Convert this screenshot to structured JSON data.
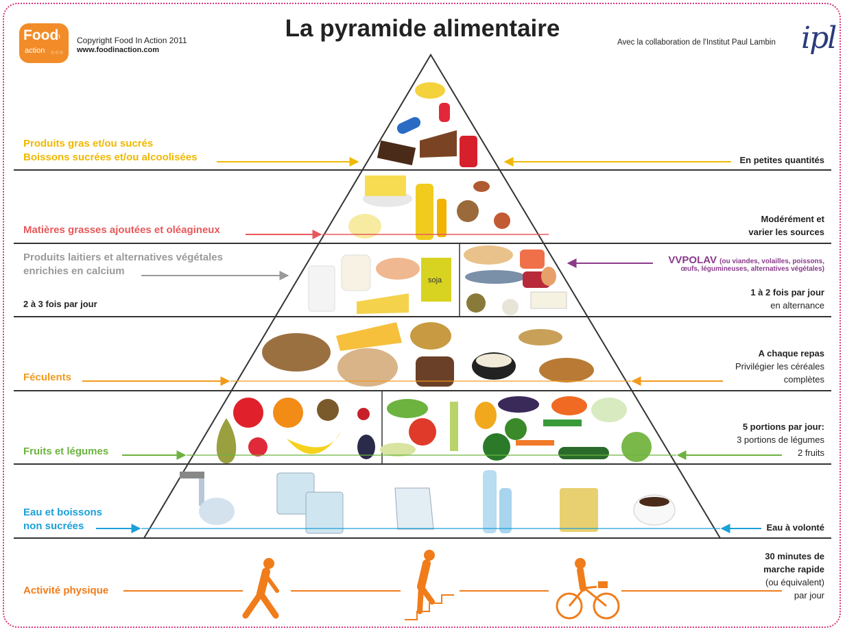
{
  "header": {
    "logo_food": "Food",
    "logo_in": "in",
    "logo_action": "action",
    "copyright": "Copyright Food In Action 2011",
    "website": "www.foodinaction.com",
    "title": "La pyramide alimentaire",
    "collaboration": "Avec la collaboration de l'Institut Paul Lambin",
    "ipl_logo": "ipl"
  },
  "colors": {
    "sweets": "#f0b800",
    "fats": "#e8585a",
    "dairy": "#9a9a9a",
    "protein": "#8b3a8b",
    "starch": "#f29a1c",
    "fruits": "#6cb33f",
    "water": "#1aa0d8",
    "activity": "#f07c1a",
    "logo": "#f28c28"
  },
  "levels": {
    "sweets": {
      "label_line1": "Produits gras et/ou sucrés",
      "label_line2": "Boissons sucrées et/ou alcoolisées",
      "advice": "En petites quantités"
    },
    "fats": {
      "label": "Matières grasses ajoutées et oléagineux",
      "advice_line1": "Modérément et",
      "advice_line2": "varier les sources"
    },
    "dairy": {
      "label_line1": "Produits laitiers et alternatives végétales",
      "label_line2": "enrichies en calcium",
      "frequency": "2 à 3 fois par jour",
      "product_text": "soja"
    },
    "protein": {
      "title": "VVPOLAV",
      "detail_line1": "(ou viandes, volailles, poissons,",
      "detail_line2": "œufs, légumineuses, alternatives végétales)",
      "advice_line1": "1 à 2 fois par jour",
      "advice_line2": "en alternance"
    },
    "starch": {
      "label": "Féculents",
      "advice_line1": "A chaque repas",
      "advice_line2": "Privilégier les céréales",
      "advice_line3": "complètes"
    },
    "fruits": {
      "label": "Fruits et légumes",
      "advice_line1": "5 portions par jour:",
      "advice_line2": "3 portions de légumes",
      "advice_line3": "2 fruits"
    },
    "water": {
      "label_line1": "Eau et boissons",
      "label_line2": "non sucrées",
      "advice": "Eau à volonté"
    },
    "activity": {
      "label": "Activité physique",
      "advice_line1": "30 minutes de",
      "advice_line2": "marche rapide",
      "advice_line3": "(ou équivalent)",
      "advice_line4": "par jour"
    }
  }
}
